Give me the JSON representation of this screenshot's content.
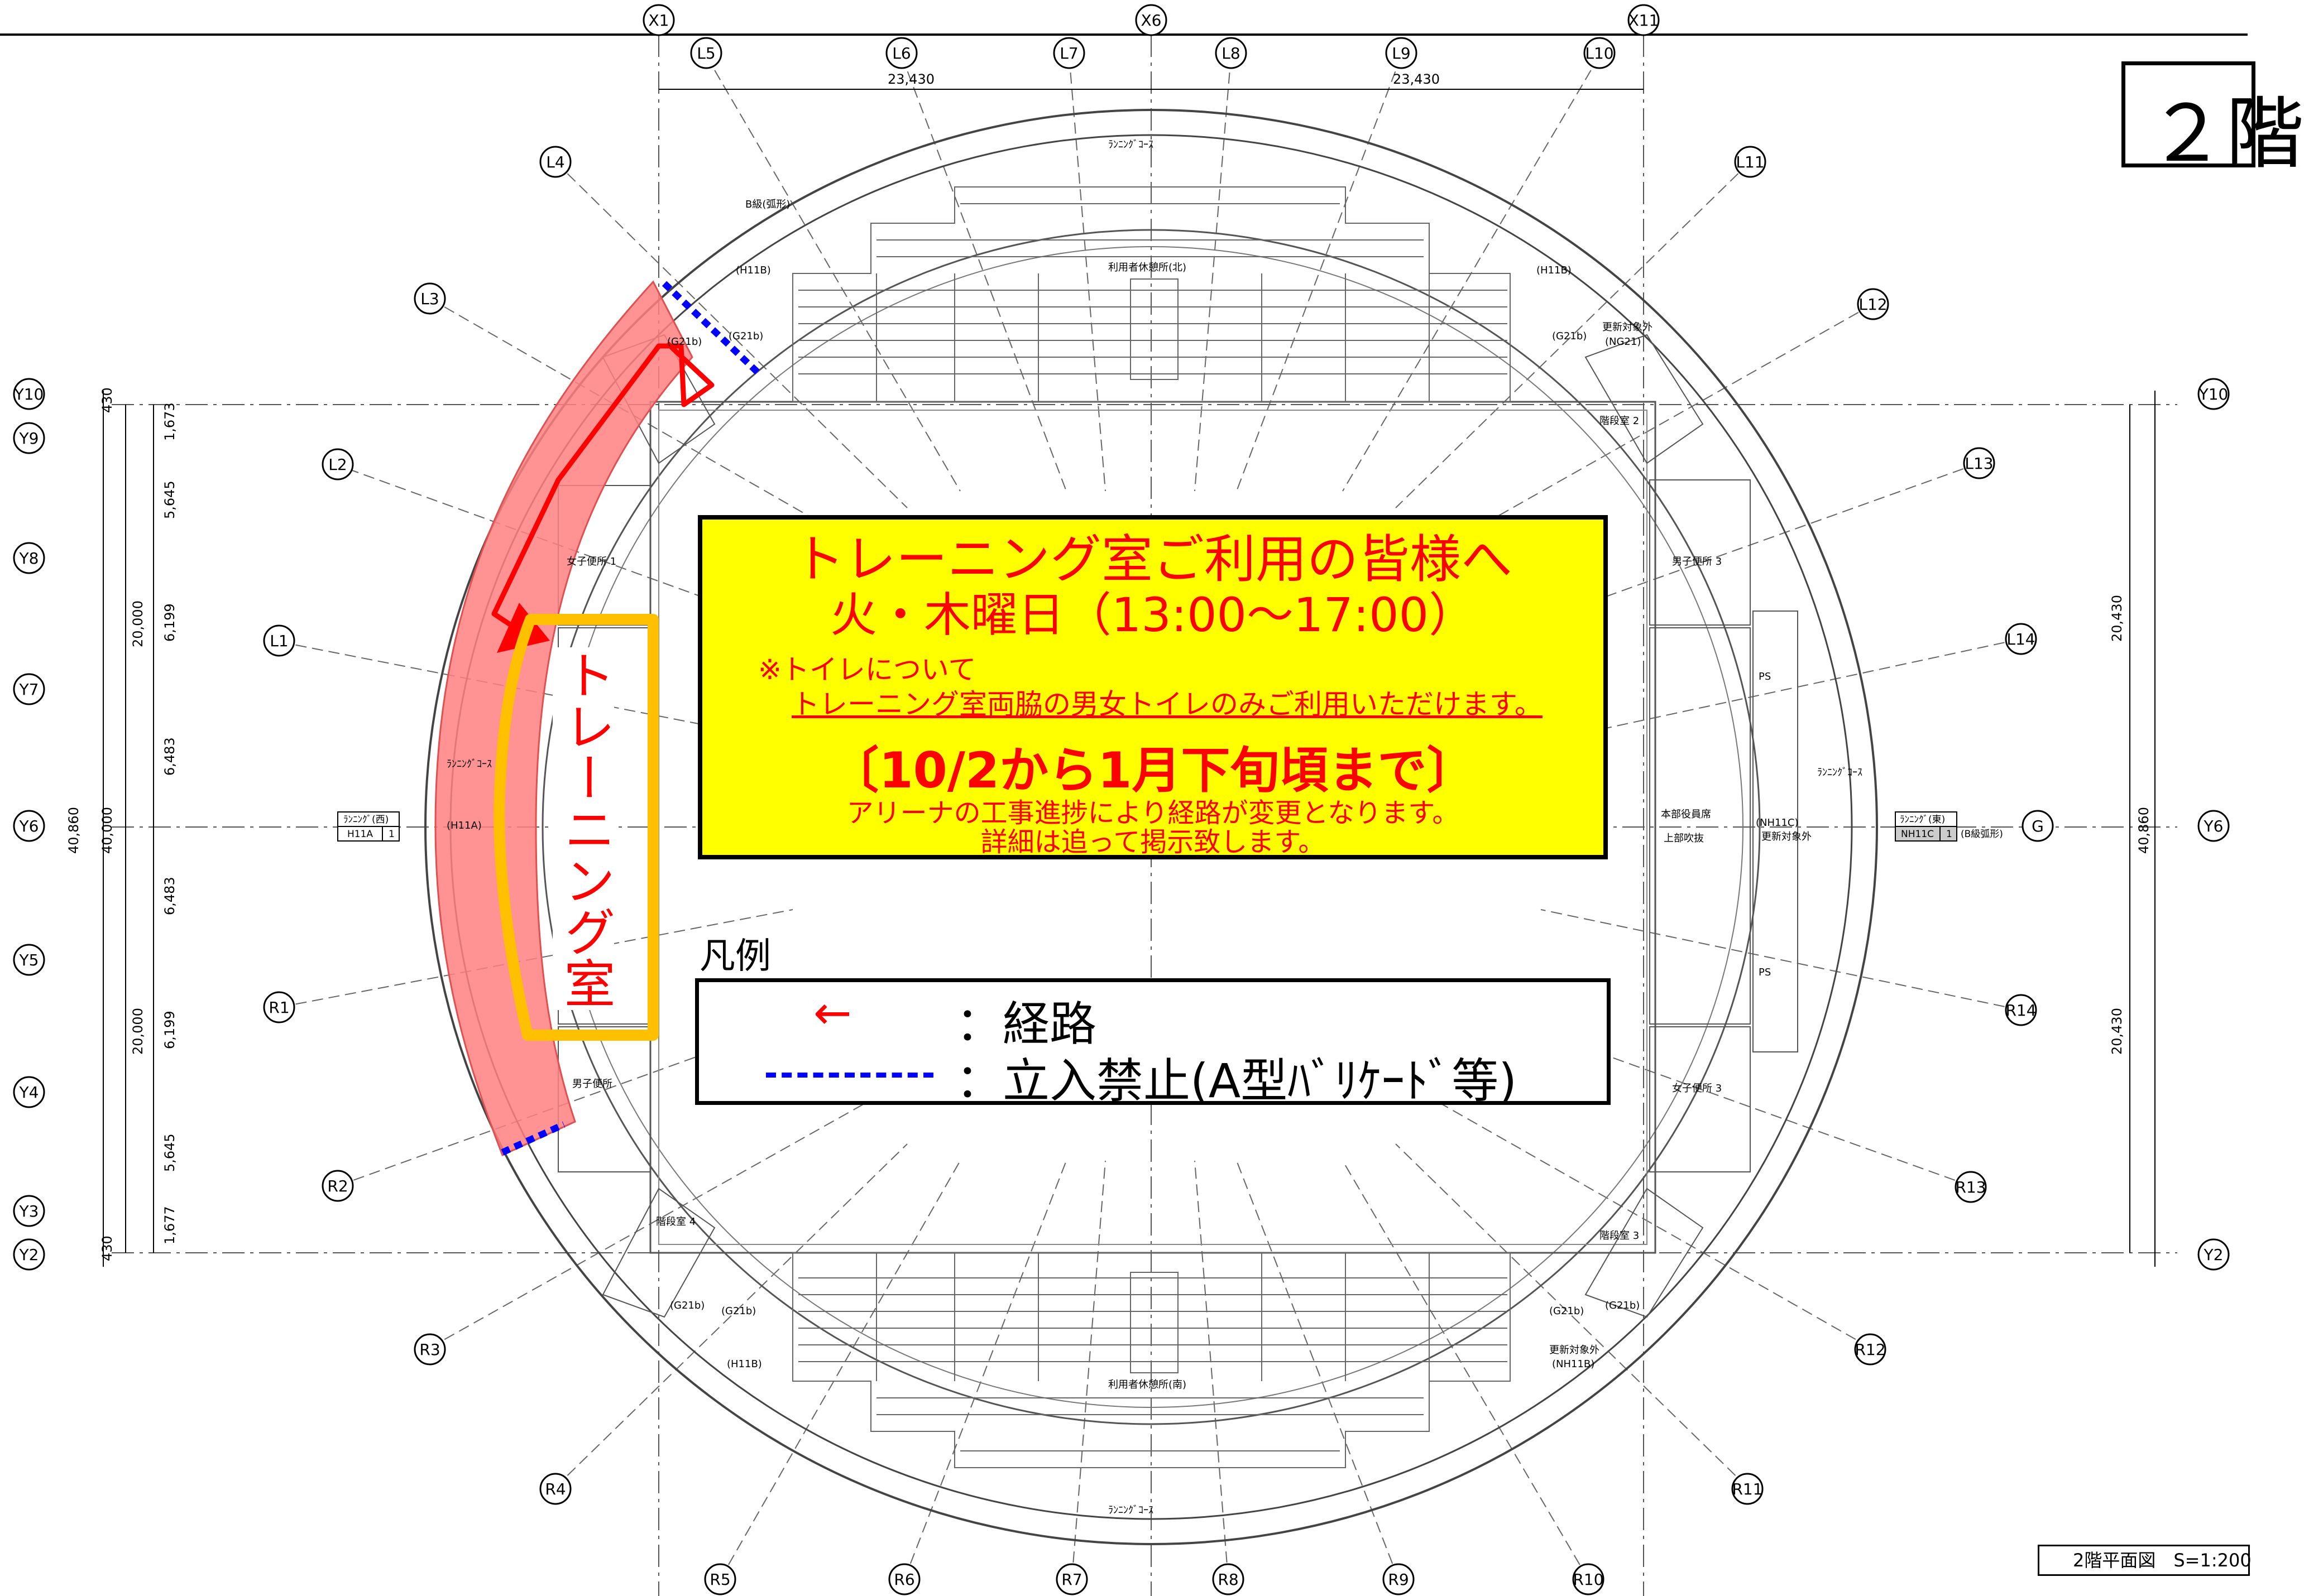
{
  "sheet": {
    "title": "２階",
    "scale_label": "2階平面図　S=1:200"
  },
  "notice": {
    "title": "トレーニング室ご利用の皆様へ",
    "hours": "火・木曜日（13:00～17:00）",
    "note_line1": "※トイレについて",
    "note_line2": "トレーニング室両脇の男女トイレのみご利用いただけます。",
    "period": "〔10/2から1月下旬頃まで〕",
    "sub_line1": "アリーナの工事進捗により経路が変更となります。",
    "sub_line2": "詳細は追って掲示致します。"
  },
  "legend": {
    "title": "凡例",
    "route_symbol": "←",
    "route_label": "：経路",
    "closed_label": "：立入禁止(A型ﾊﾞﾘｹｰﾄﾞ等)"
  },
  "highlight": {
    "room_label": "トレーニング室",
    "zone_color": "#ff8080",
    "route_color": "#ff0000",
    "room_outline_color": "#ffc000",
    "barrier_color": "#0000ff"
  },
  "grid": {
    "top_columns": [
      "X1",
      "X6",
      "X11"
    ],
    "left_rows": [
      "Y10",
      "Y9",
      "Y8",
      "Y7",
      "Y6",
      "Y5",
      "Y4",
      "Y3",
      "Y2"
    ],
    "right_rows": [
      "Y10",
      "Y6",
      "Y2"
    ],
    "radial_top": [
      "L5",
      "L6",
      "L7",
      "L8",
      "L9",
      "L10"
    ],
    "radial_left_upper": [
      "L4",
      "L3",
      "L2",
      "L1"
    ],
    "radial_right_upper": [
      "L11",
      "L12",
      "L13",
      "L14"
    ],
    "radial_left_lower": [
      "R1",
      "R2",
      "R3",
      "R4"
    ],
    "radial_right_lower": [
      "R14",
      "R13",
      "R12",
      "R11"
    ],
    "radial_bottom": [
      "R5",
      "R6",
      "R7",
      "R8",
      "R9",
      "R10"
    ],
    "side_marker": "G"
  },
  "dimensions": {
    "top_left": "23,430",
    "top_right": "23,430",
    "left_overall": "40,860",
    "left_sub": "40,000",
    "left_half_upper": "20,000",
    "left_half_lower": "20,000",
    "left_segments": [
      "430",
      "1,673",
      "5,645",
      "6,199",
      "6,483",
      "6,483",
      "6,199",
      "5,645",
      "1,677",
      "430"
    ],
    "right_overall": "40,860",
    "right_half_upper": "20,430",
    "right_half_lower": "20,430"
  },
  "plan_labels": {
    "track_top": "ﾗﾝﾆﾝｸﾞｺｰｽ",
    "track_bottom": "ﾗﾝﾆﾝｸﾞｺｰｽ",
    "track_left": "ﾗﾝﾆﾝｸﾞｺｰｽ",
    "track_right": "ﾗﾝﾆﾝｸﾞｺｰｽ",
    "rest_north": "利用者休憩所(北)",
    "rest_south": "利用者休憩所(南)",
    "womens_wc_1": "女子便所 1",
    "mens_wc_1": "男子便所",
    "mens_wc_3": "男子便所 3",
    "womens_wc_3": "女子便所 3",
    "stair_2": "階段室 2",
    "stair_3": "階段室 3",
    "stair_4": "階段室 4",
    "hq_seats": "本部役員席",
    "upper_void": "上部吹抜",
    "ps_upper": "PS",
    "ps_lower": "PS",
    "upd_ne": "更新対象外",
    "upd_ne_code": "(NG21)",
    "upd_e": "更新対象外",
    "upd_e_code": "(NH11C)",
    "upd_se": "更新対象外",
    "upd_se_code": "(NH11B)",
    "code_h11b_nw": "(H11B)",
    "code_h11b_ne": "(H11B)",
    "code_h11b_sw": "(H11B)",
    "code_g21b_nw": "(G21b)",
    "code_g21b_nw2": "(G21b)",
    "code_g21b_ne": "(G21b)",
    "code_g21b_sw1": "(G21b)",
    "code_g21b_sw2": "(G21b)",
    "code_g21b_se1": "(G21b)",
    "code_g21b_se2": "(G21b)",
    "code_h11a": "(H11A)",
    "b_class": "B級(弧形)",
    "table_west_head": "ﾗﾝﾆﾝｸﾞ(西)",
    "table_west_code": "H11A",
    "table_west_qty": "1",
    "table_east_head": "ﾗﾝﾆﾝｸﾞ(東)",
    "table_east_code": "NH11C",
    "table_east_qty": "1",
    "table_east_note": "(B級弧形)"
  }
}
